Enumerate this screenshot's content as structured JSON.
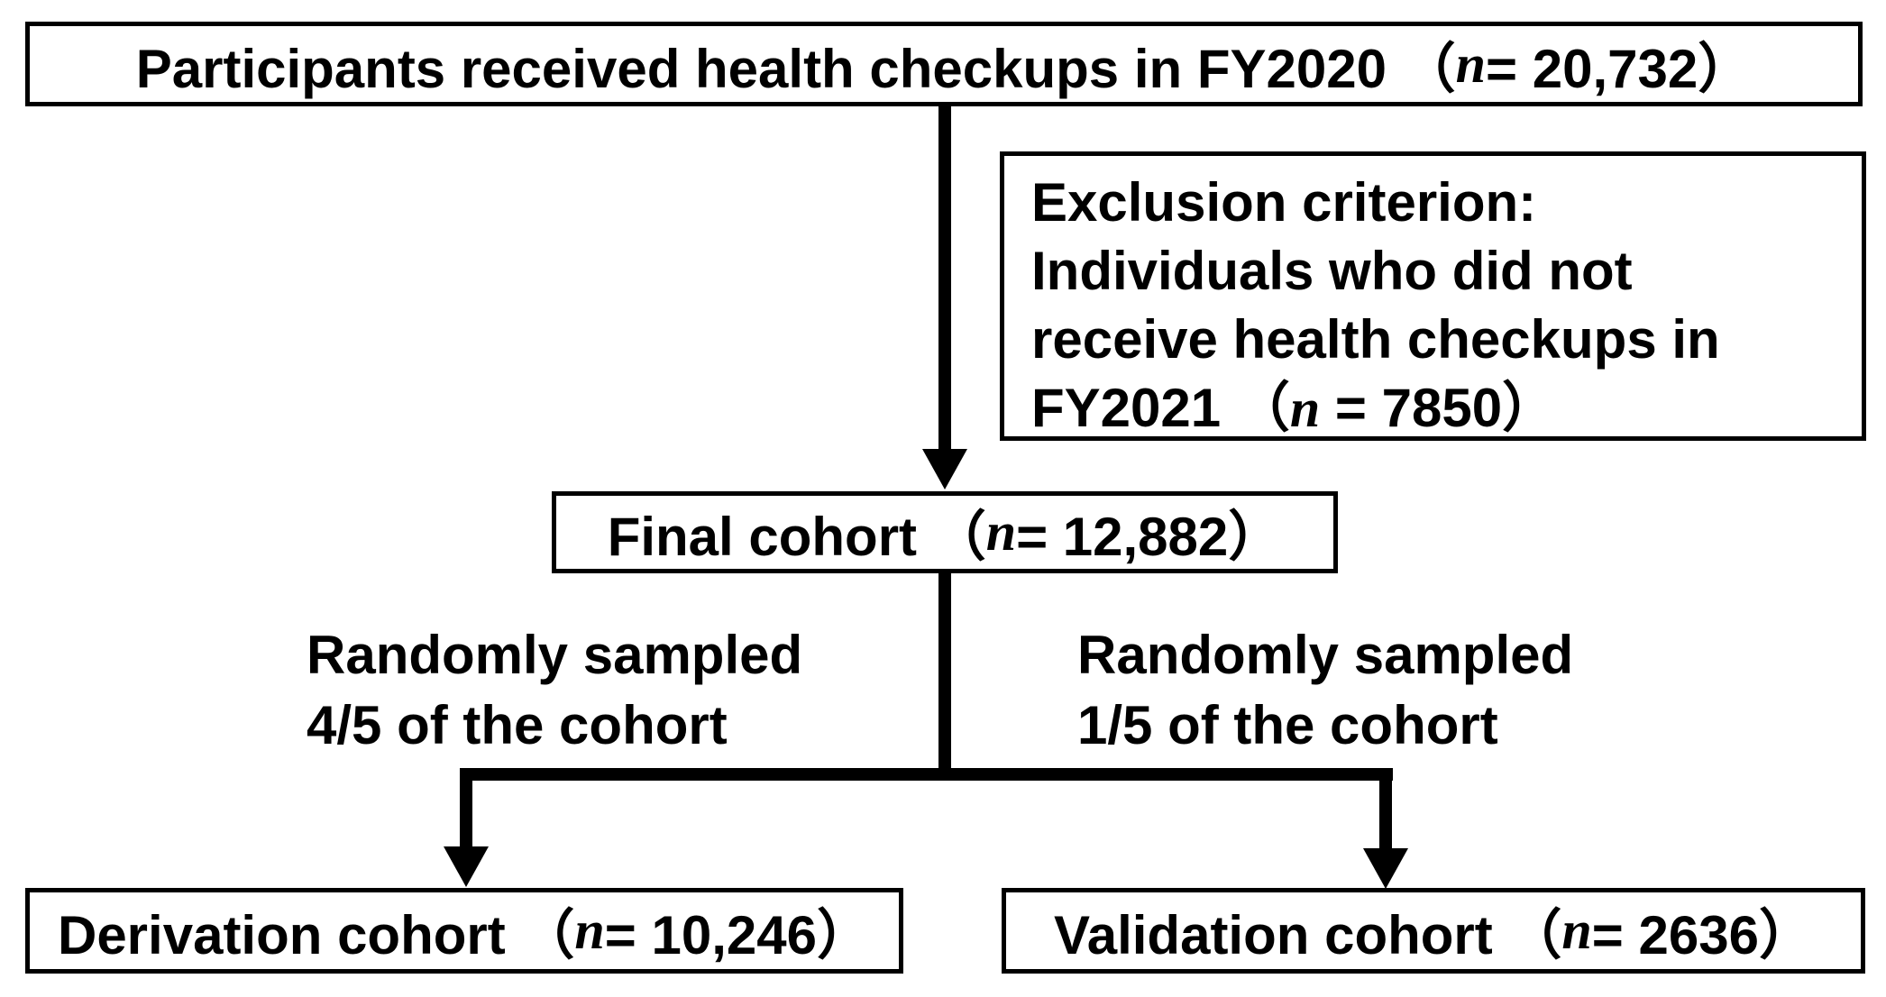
{
  "diagram": {
    "type": "study-cohort-flowchart",
    "colors": {
      "line": "#000000",
      "background": "#ffffff",
      "text": "#000000"
    },
    "boxes": {
      "top": {
        "pre": "Participants received health checkups in FY2020 （",
        "n": "n",
        "post": " = 20,732）"
      },
      "exclusion": {
        "line1": "Exclusion criterion:",
        "line2": "Individuals who did not",
        "line3": "receive health checkups in",
        "line4_pre": "FY2021 （",
        "line4_n": "n",
        "line4_post": " = 7850）"
      },
      "final": {
        "pre": "Final cohort （",
        "n": "n",
        "post": " = 12,882）"
      },
      "derivation": {
        "pre": "Derivation cohort （",
        "n": "n",
        "post": " = 10,246）"
      },
      "validation": {
        "pre": "Validation cohort （",
        "n": "n",
        "post": " = 2636）"
      }
    },
    "branch_labels": {
      "left": {
        "line1": "Randomly sampled",
        "line2": "4/5 of the cohort"
      },
      "right": {
        "line1": "Randomly sampled",
        "line2": "1/5 of the cohort"
      }
    },
    "counts": {
      "participants_fy2020": "20,732",
      "excluded_no_checkup_fy2021": "7850",
      "final_cohort": "12,882",
      "derivation_cohort": "10,246",
      "validation_cohort": "2636"
    }
  }
}
